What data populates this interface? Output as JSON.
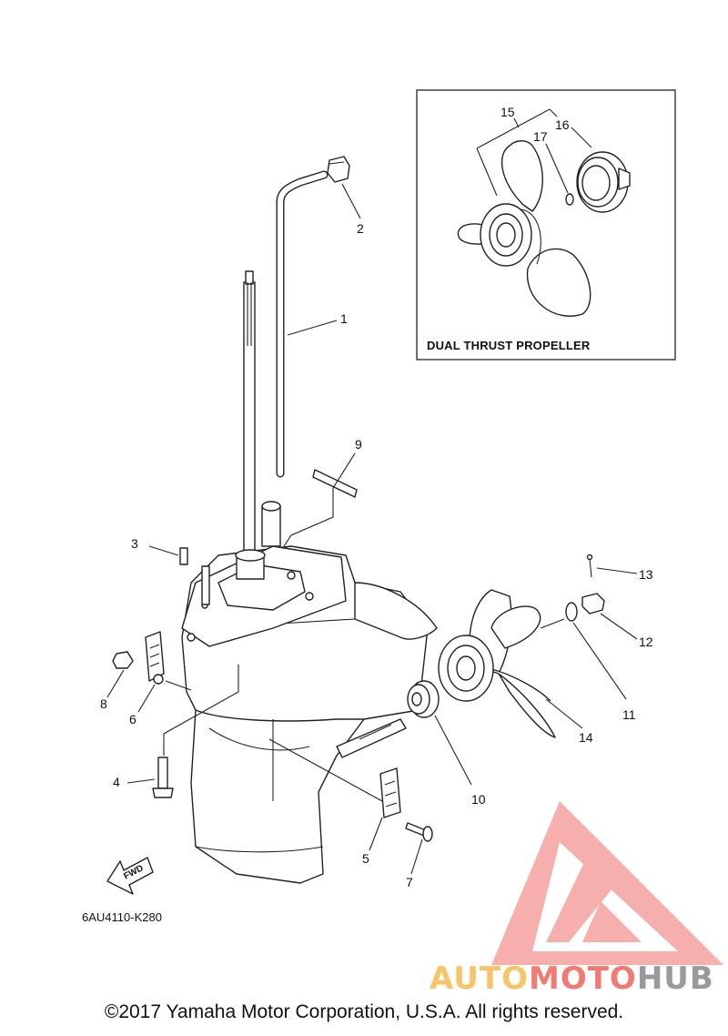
{
  "callouts": {
    "c1": "1",
    "c2": "2",
    "c3": "3",
    "c4": "4",
    "c5": "5",
    "c6": "6",
    "c7": "7",
    "c8": "8",
    "c9": "9",
    "c10": "10",
    "c11": "11",
    "c12": "12",
    "c13": "13",
    "c14": "14",
    "c15": "15",
    "c16": "16",
    "c17": "17"
  },
  "inset": {
    "title": "DUAL THRUST PROPELLER"
  },
  "fwd_label": "FWD",
  "diagram_code": "6AU4110-K280",
  "watermark": {
    "part1": "AUTO",
    "part2": "MOTO",
    "part3": "HUB",
    "color_light": "#f5a623",
    "color_red": "#e8433a",
    "color_gray": "#6d6d6d"
  },
  "copyright": "©2017 Yamaha Motor Corporation, U.S.A. All rights reserved."
}
